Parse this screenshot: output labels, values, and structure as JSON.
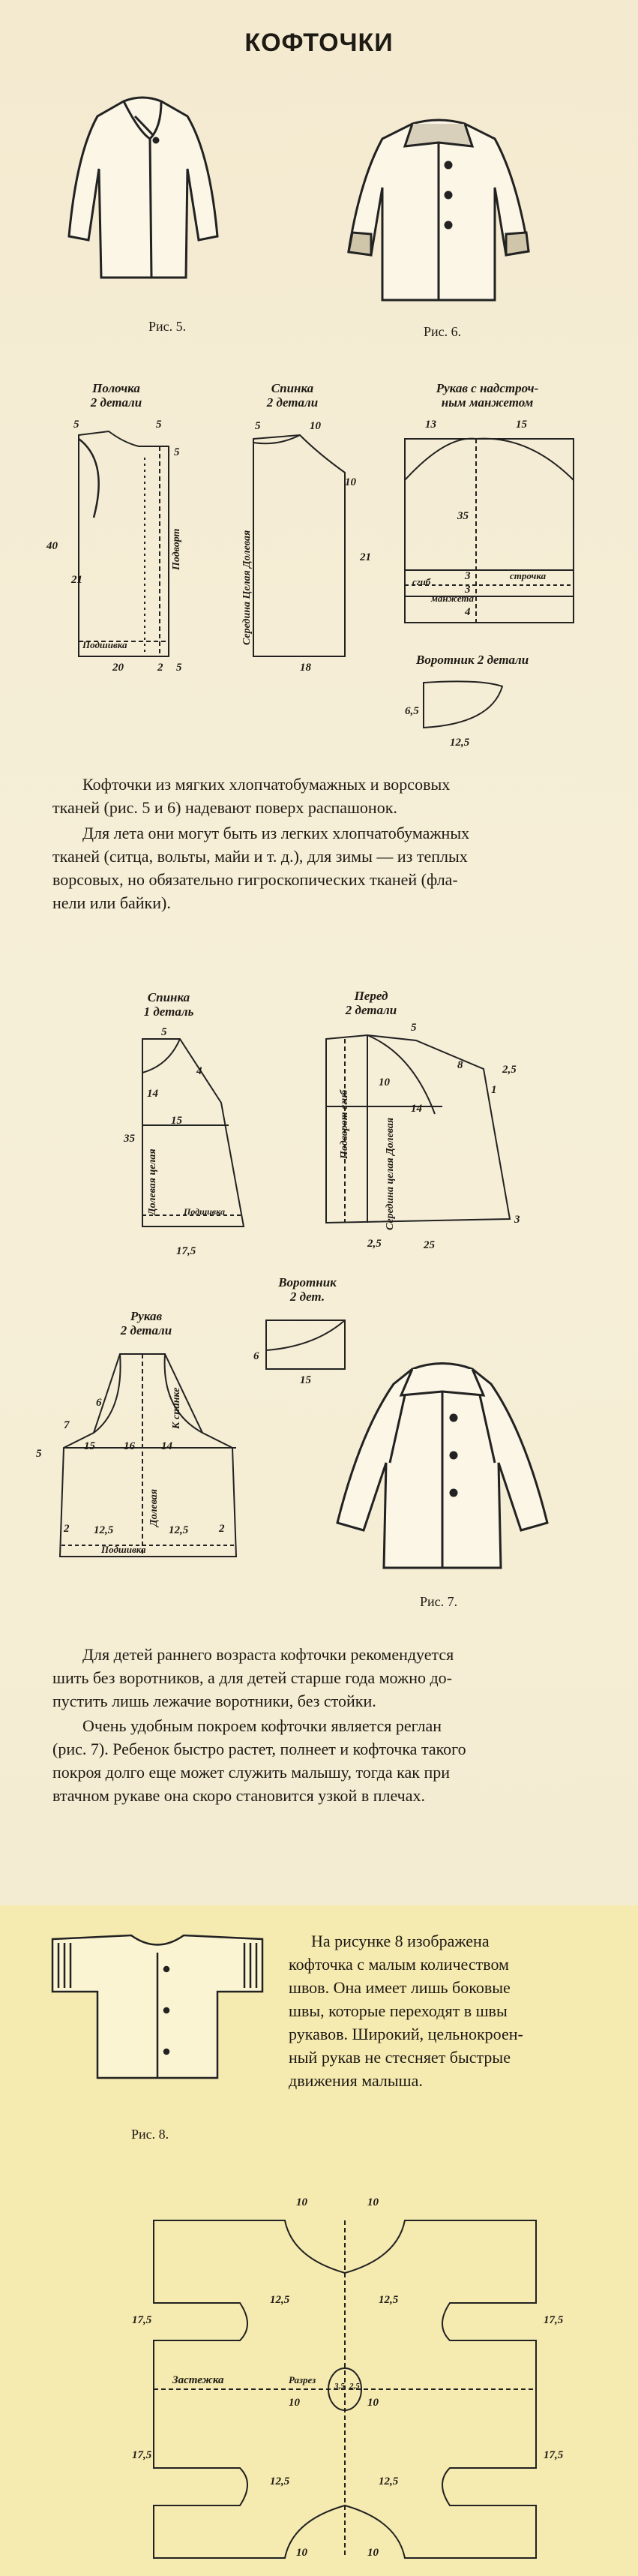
{
  "title": "КОФТОЧКИ",
  "captions": {
    "fig5": "Рис. 5.",
    "fig6": "Рис. 6.",
    "fig7": "Рис. 7.",
    "fig8": "Рис. 8."
  },
  "pattern1": {
    "front_label": [
      "Полочка",
      "2 детали"
    ],
    "back_label": [
      "Спинка",
      "2 детали"
    ],
    "sleeve_label": [
      "Рукав с надстроч-",
      "ным манжетом"
    ],
    "collar_label": "Воротник 2 детали",
    "front_text": {
      "podvort": "Подворт",
      "podshivka": "Подшивка"
    },
    "back_text": "Середина Целая Долевая",
    "sleeve_text": {
      "strochka": "строчка",
      "sgib": "сгиб",
      "manzheta": "манжета"
    },
    "dims": {
      "front_top_l": "5",
      "front_top_r": "5",
      "front_side": "5",
      "front_40": "40",
      "front_21": "21",
      "front_20": "20",
      "front_2": "2",
      "front_5b": "5",
      "back_5": "5",
      "back_10": "10",
      "back_10r": "10",
      "back_21": "21",
      "back_18": "18",
      "sleeve_13": "13",
      "sleeve_15": "15",
      "sleeve_35": "35",
      "sleeve_3a": "3",
      "sleeve_3b": "3",
      "sleeve_4": "4",
      "collar_65": "6,5",
      "collar_125": "12,5"
    }
  },
  "text1": {
    "p1": [
      "Кофточки из мягких хлопчатобумажных и ворсовых",
      "тканей (рис. 5 и 6) надевают поверх распашонок."
    ],
    "p2": [
      "Для лета они могут быть из легких хлопчатобумажных",
      "тканей (ситца, вольты, майи и т. д.), для зимы — из теплых",
      "ворсовых, но обязательно гигроскопических тканей (фла-",
      "нели или байки)."
    ]
  },
  "pattern2": {
    "back_label": [
      "Спинка",
      "1 деталь"
    ],
    "front_label": [
      "Перед",
      "2 детали"
    ],
    "sleeve_label": [
      "Рукав",
      "2 детали"
    ],
    "collar_label": [
      "Воротник",
      "2 дет."
    ],
    "back_text": {
      "dolevaya": "Долевая целая",
      "podshivka": "Подшивка"
    },
    "front_text": {
      "podvort": "Подворот сгиб",
      "seredina": "Середина целая Долевая"
    },
    "sleeve_text": {
      "dolevaya": "Долевая",
      "spinka": "К спинке",
      "podshivka": "Подшивка"
    },
    "dims": {
      "back_5": "5",
      "back_4": "4",
      "back_14": "14",
      "back_15": "15",
      "back_35": "35",
      "back_175": "17,5",
      "front_5": "5",
      "front_8": "8",
      "front_25": "2,5",
      "front_10": "10",
      "front_14": "14",
      "front_1": "1",
      "front_25b": "2,5",
      "front_25w": "25",
      "front_3": "3",
      "sleeve_7": "7",
      "sleeve_6": "6",
      "sleeve_5": "5",
      "sleeve_15": "15",
      "sleeve_16": "16",
      "sleeve_14": "14",
      "sleeve_2": "2",
      "sleeve_2b": "2",
      "sleeve_125a": "12,5",
      "sleeve_125b": "12,5",
      "collar_15": "15",
      "collar_6": "6"
    }
  },
  "text2": {
    "p1": [
      "Для детей раннего возраста кофточки рекомендуется",
      "шить без воротников, а для детей старше года можно до-",
      "пустить лишь лежачие воротники, без стойки."
    ],
    "p2": [
      "Очень удобным покроем кофточки является реглан",
      "(рис. 7). Ребенок быстро растет, полнеет и кофточка такого",
      "покроя долго еще может служить малышу, тогда как при",
      "втачном рукаве она скоро становится узкой в плечах."
    ]
  },
  "text3": {
    "lines": [
      "На рисунке 8 изображена",
      "кофточка с малым количеством",
      "швов. Она имеет лишь боковые",
      "швы, которые переходят в швы",
      "рукавов. Широкий, цельнокроен-",
      "ный рукав не стесняет быстрые",
      "движения малыша."
    ]
  },
  "pattern3": {
    "text": {
      "zastezhka": "Застежка",
      "razrez": "Разрез"
    },
    "dims": {
      "top_10a": "10",
      "top_10b": "10",
      "r1_125a": "12,5",
      "r1_125b": "12,5",
      "l_175a": "17,5",
      "l_175b": "17,5",
      "r_175a": "17,5",
      "r_175b": "17,5",
      "c_10a": "10",
      "c_10b": "10",
      "c_35": "3,5",
      "c_25": "2,5",
      "r3_125a": "12,5",
      "r3_125b": "12,5",
      "bot_10a": "10",
      "bot_10b": "10"
    }
  }
}
